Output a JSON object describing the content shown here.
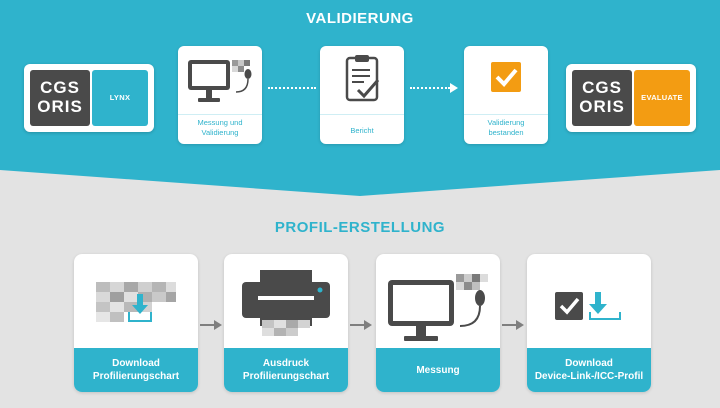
{
  "colors": {
    "teal": "#2fb3cc",
    "dark": "#4a4a4a",
    "orange": "#f39c12",
    "gray": "#7f7f7f",
    "bg": "#e3e3e3"
  },
  "validation": {
    "title": "VALIDIERUNG",
    "logo_left": {
      "line1": "CGS",
      "line2": "ORIS",
      "product": "LYNX"
    },
    "logo_right": {
      "line1": "CGS",
      "line2": "ORIS",
      "product": "EVALUATE"
    },
    "steps": [
      {
        "label_line1": "Messung und",
        "label_line2": "Validierung",
        "icon": "monitor-measure-icon"
      },
      {
        "label": "Bericht",
        "icon": "clipboard-check-icon"
      },
      {
        "label_line1": "Validierung",
        "label_line2": "bestanden",
        "icon": "checkbox-checked-icon"
      }
    ]
  },
  "profile": {
    "title": "PROFIL-ERSTELLUNG",
    "steps": [
      {
        "label_line1": "Download",
        "label_line2": "Profilierungschart",
        "icon": "chart-download-icon"
      },
      {
        "label_line1": "Ausdruck",
        "label_line2": "Profilierungschart",
        "icon": "printer-icon"
      },
      {
        "label": "Messung",
        "icon": "monitor-measure-icon"
      },
      {
        "label_line1": "Download",
        "label_line2": "Device-Link-/ICC-Profil",
        "icon": "check-download-icon"
      }
    ]
  }
}
